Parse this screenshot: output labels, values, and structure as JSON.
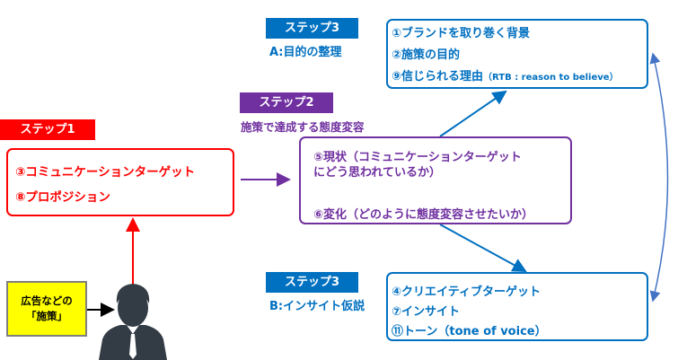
{
  "step3a": {
    "label": "ステップ3",
    "subtitle": "A:目的の整理",
    "items": [
      "①ブランドを取り巻く背景",
      "②施策の目的",
      "⑨信じられる理由"
    ],
    "item3_note": "（RTB : reason to believe）"
  },
  "step2": {
    "label": "ステップ2",
    "subtitle": "施策で達成する態度変容",
    "current_line1": "⑤現状（コミュニケーションターゲット",
    "current_line2": "にどう思われているか）",
    "change": "⑥変化（どのように態度変容させたいか）"
  },
  "step1": {
    "label": "ステップ1",
    "items": [
      "③コミュニケーションターゲット",
      "⑧プロポジション"
    ]
  },
  "step3b": {
    "label": "ステップ3",
    "subtitle": "B:インサイト仮説",
    "items": [
      "④クリエイティブターゲット",
      "⑦インサイト",
      "⑪トーン（tone of voice）"
    ]
  },
  "measure": {
    "line1": "広告などの",
    "line2": "「施策」"
  },
  "colors": {
    "blue": "#0070C0",
    "purple": "#7030A0",
    "red": "#FF0000",
    "yellow": "#FFFF00",
    "person": "#333B45"
  }
}
